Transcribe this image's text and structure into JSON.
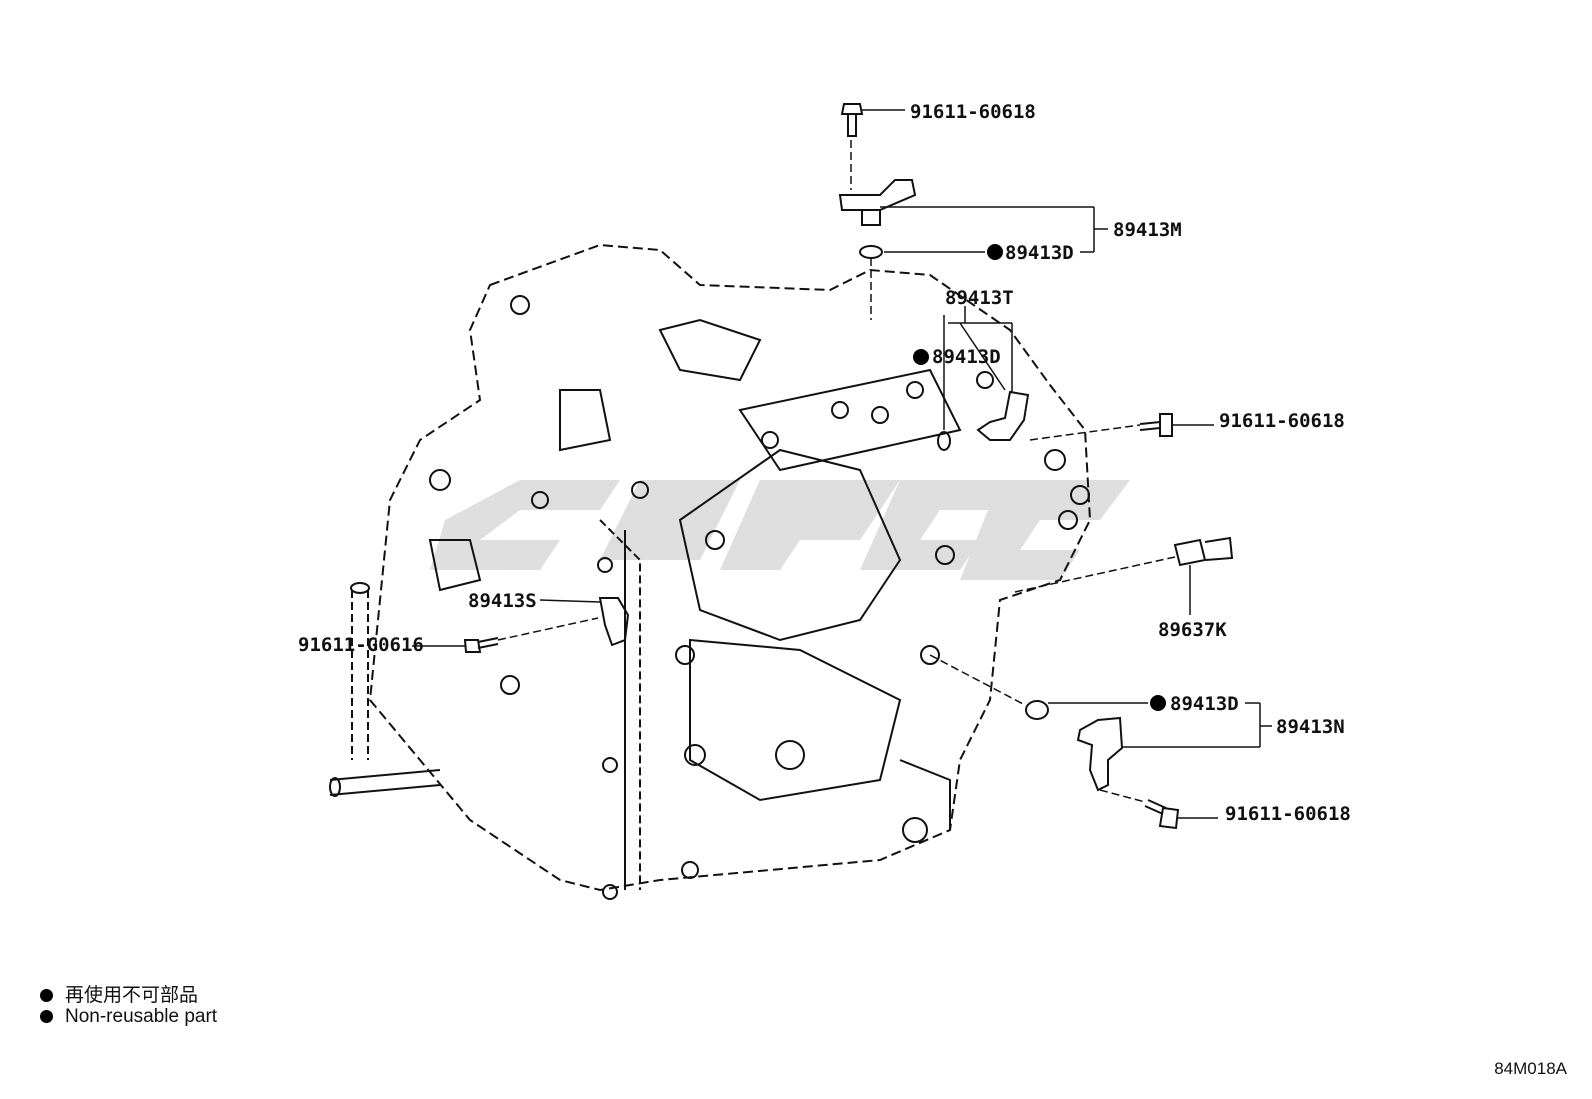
{
  "labels": {
    "bolt_top": "91611-60618",
    "sensor_m": "89413M",
    "oring_top": "89413D",
    "sensor_t": "89413T",
    "oring_mid": "89413D",
    "bolt_right_upper": "91611-60618",
    "sensor_s": "89413S",
    "bolt_left": "91611-G0616",
    "sensor_k": "89637K",
    "oring_low": "89413D",
    "sensor_n": "89413N",
    "bolt_right_lower": "91611-60618"
  },
  "legend": {
    "jp": "再使用不可部品",
    "en": "Non-reusable part"
  },
  "diagram_code": "84M018A",
  "colors": {
    "line": "#111111",
    "watermark": "#d9d9d9"
  }
}
